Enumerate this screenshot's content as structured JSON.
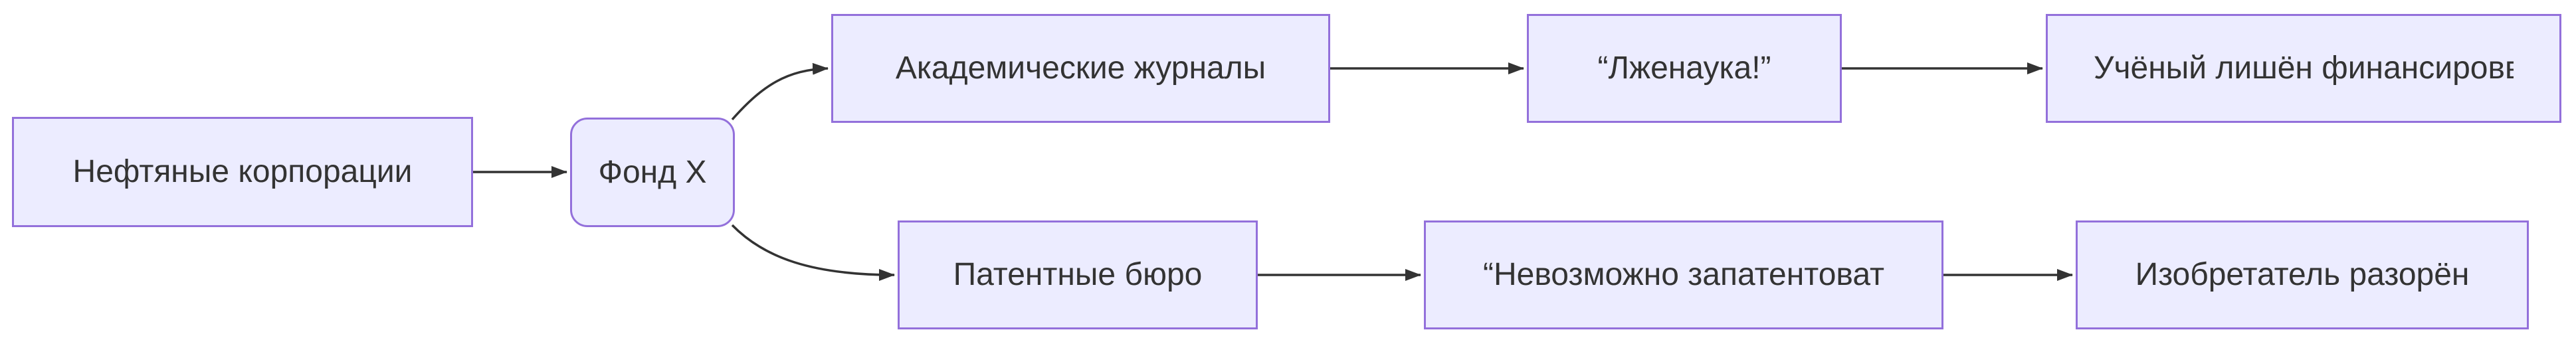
{
  "diagram": {
    "type": "flowchart",
    "direction": "left-to-right",
    "nodes": [
      {
        "label": "Нефтяные корпорации",
        "shape": "rectangle"
      },
      {
        "label": "Фонд X",
        "shape": "rounded-rectangle"
      },
      {
        "label": "Академические журналы",
        "shape": "rectangle"
      },
      {
        "label": "“Лженаука!”",
        "shape": "rectangle"
      },
      {
        "label": "Учёный лишён финансиров",
        "clipped_char": "в",
        "shape": "rectangle",
        "text_clipped": true
      },
      {
        "label": "Патентные бюро",
        "shape": "rectangle"
      },
      {
        "label": "“Невозможно запатентоват",
        "shape": "rectangle",
        "text_clipped": true
      },
      {
        "label": "Изобретатель разорён",
        "shape": "rectangle"
      }
    ],
    "edges": [
      {
        "from": "Нефтяные корпорации",
        "to": "Фонд X"
      },
      {
        "from": "Фонд X",
        "to": "Академические журналы"
      },
      {
        "from": "Фонд X",
        "to": "Патентные бюро"
      },
      {
        "from": "Академические журналы",
        "to": "“Лженаука!”"
      },
      {
        "from": "“Лженаука!”",
        "to": "Учёный лишён финансиров"
      },
      {
        "from": "Патентные бюро",
        "to": "“Невозможно запатентоват"
      },
      {
        "from": "“Невозможно запатентоват",
        "to": "Изобретатель разорён"
      }
    ],
    "colors": {
      "node_fill": "#ECECFF",
      "node_border": "#9370DB",
      "edge": "#333333",
      "text": "#333333",
      "background": "#FFFFFF"
    }
  }
}
